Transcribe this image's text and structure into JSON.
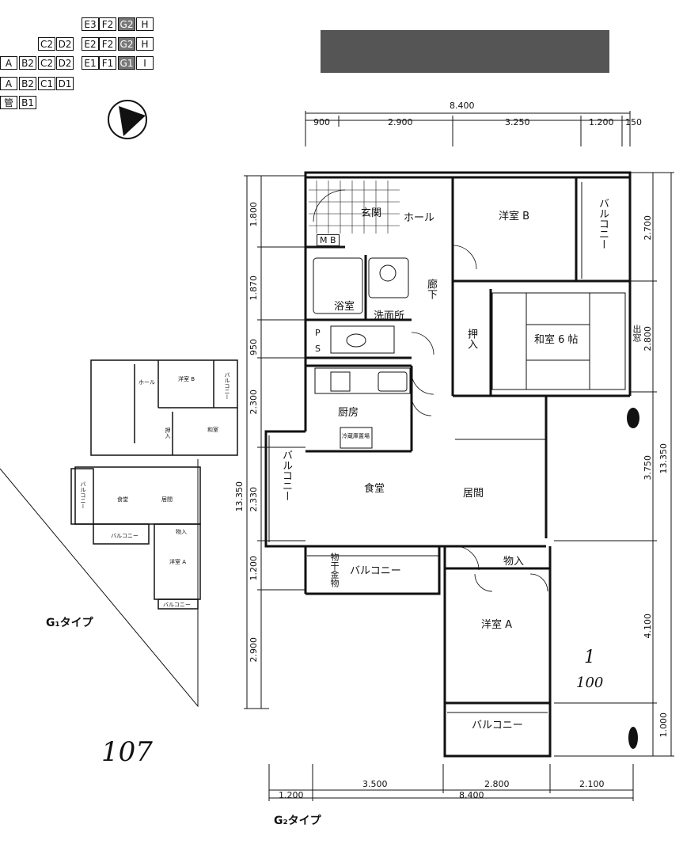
{
  "unit_key": {
    "rows": [
      [
        "E3",
        "F2",
        "G2",
        "H"
      ],
      [
        "C2",
        "D2",
        "E2",
        "F2",
        "G2",
        "H"
      ],
      [
        "A",
        "B2",
        "C2",
        "D2",
        "E1",
        "F1",
        "G1",
        "I"
      ],
      [
        "A",
        "B2",
        "C1",
        "D1"
      ],
      [
        "管",
        "B1"
      ]
    ],
    "highlight_color": "#777777"
  },
  "dimensions": {
    "top_total": "8.400",
    "top_segments": [
      "900",
      "2.900",
      "3.250",
      "1.200",
      "150"
    ],
    "left_segments": [
      "1.800",
      "1.870",
      "950",
      "2.300",
      "2.330",
      "1.200",
      "2.900"
    ],
    "left_total": "13.350",
    "right_segments": [
      "2.700",
      "2.800",
      "3.750",
      "4.100",
      "1.000"
    ],
    "right_total": "13.350",
    "bottom_segments": [
      "3.500",
      "2.800",
      "2.100"
    ],
    "bottom_left": "1.200",
    "bottom_total": "8.400"
  },
  "rooms": {
    "genkan": "玄関",
    "hall": "ホール",
    "yoshitsu_b": "洋室 B",
    "balcony_ne": "バルコニー",
    "mb": "M B",
    "rouka": "廊下",
    "yokushitsu": "浴室",
    "senmenjo": "洗面所",
    "ps_p": "P",
    "ps_s": "S",
    "oshiire": "押入",
    "washitsu": "和室 6 帖",
    "demado": "出窓",
    "chubo": "厨房",
    "cabinet": "冷蔵庫置場",
    "balcony_w": "バルコニー",
    "shokudo": "食堂",
    "ima": "居間",
    "monohoshi": "物干金物",
    "balcony_s": "バルコニー",
    "mono_ire": "物入",
    "yoshitsu_a": "洋室 A",
    "balcony_bottom": "バルコニー"
  },
  "g1_rooms": {
    "hall": "ホール",
    "yoshitsu_b": "洋室 B",
    "balcony_n": "バルコニー",
    "oshiire": "押入",
    "washitsu": "和室",
    "shokudo": "食堂",
    "ima": "居間",
    "balcony_w": "バルコニー",
    "balcony_s": "バルコニー",
    "mono_ire": "物入",
    "yoshitsu_a": "洋室 A",
    "balcony_bottom": "バルコニー"
  },
  "captions": {
    "g1_type": "G₁タイプ",
    "g2_type": "G₂タイプ"
  },
  "handwriting": {
    "page_number": "107",
    "scale_num": "1",
    "scale_den": "100"
  },
  "colors": {
    "line": "#111111",
    "shade": "#555555"
  }
}
